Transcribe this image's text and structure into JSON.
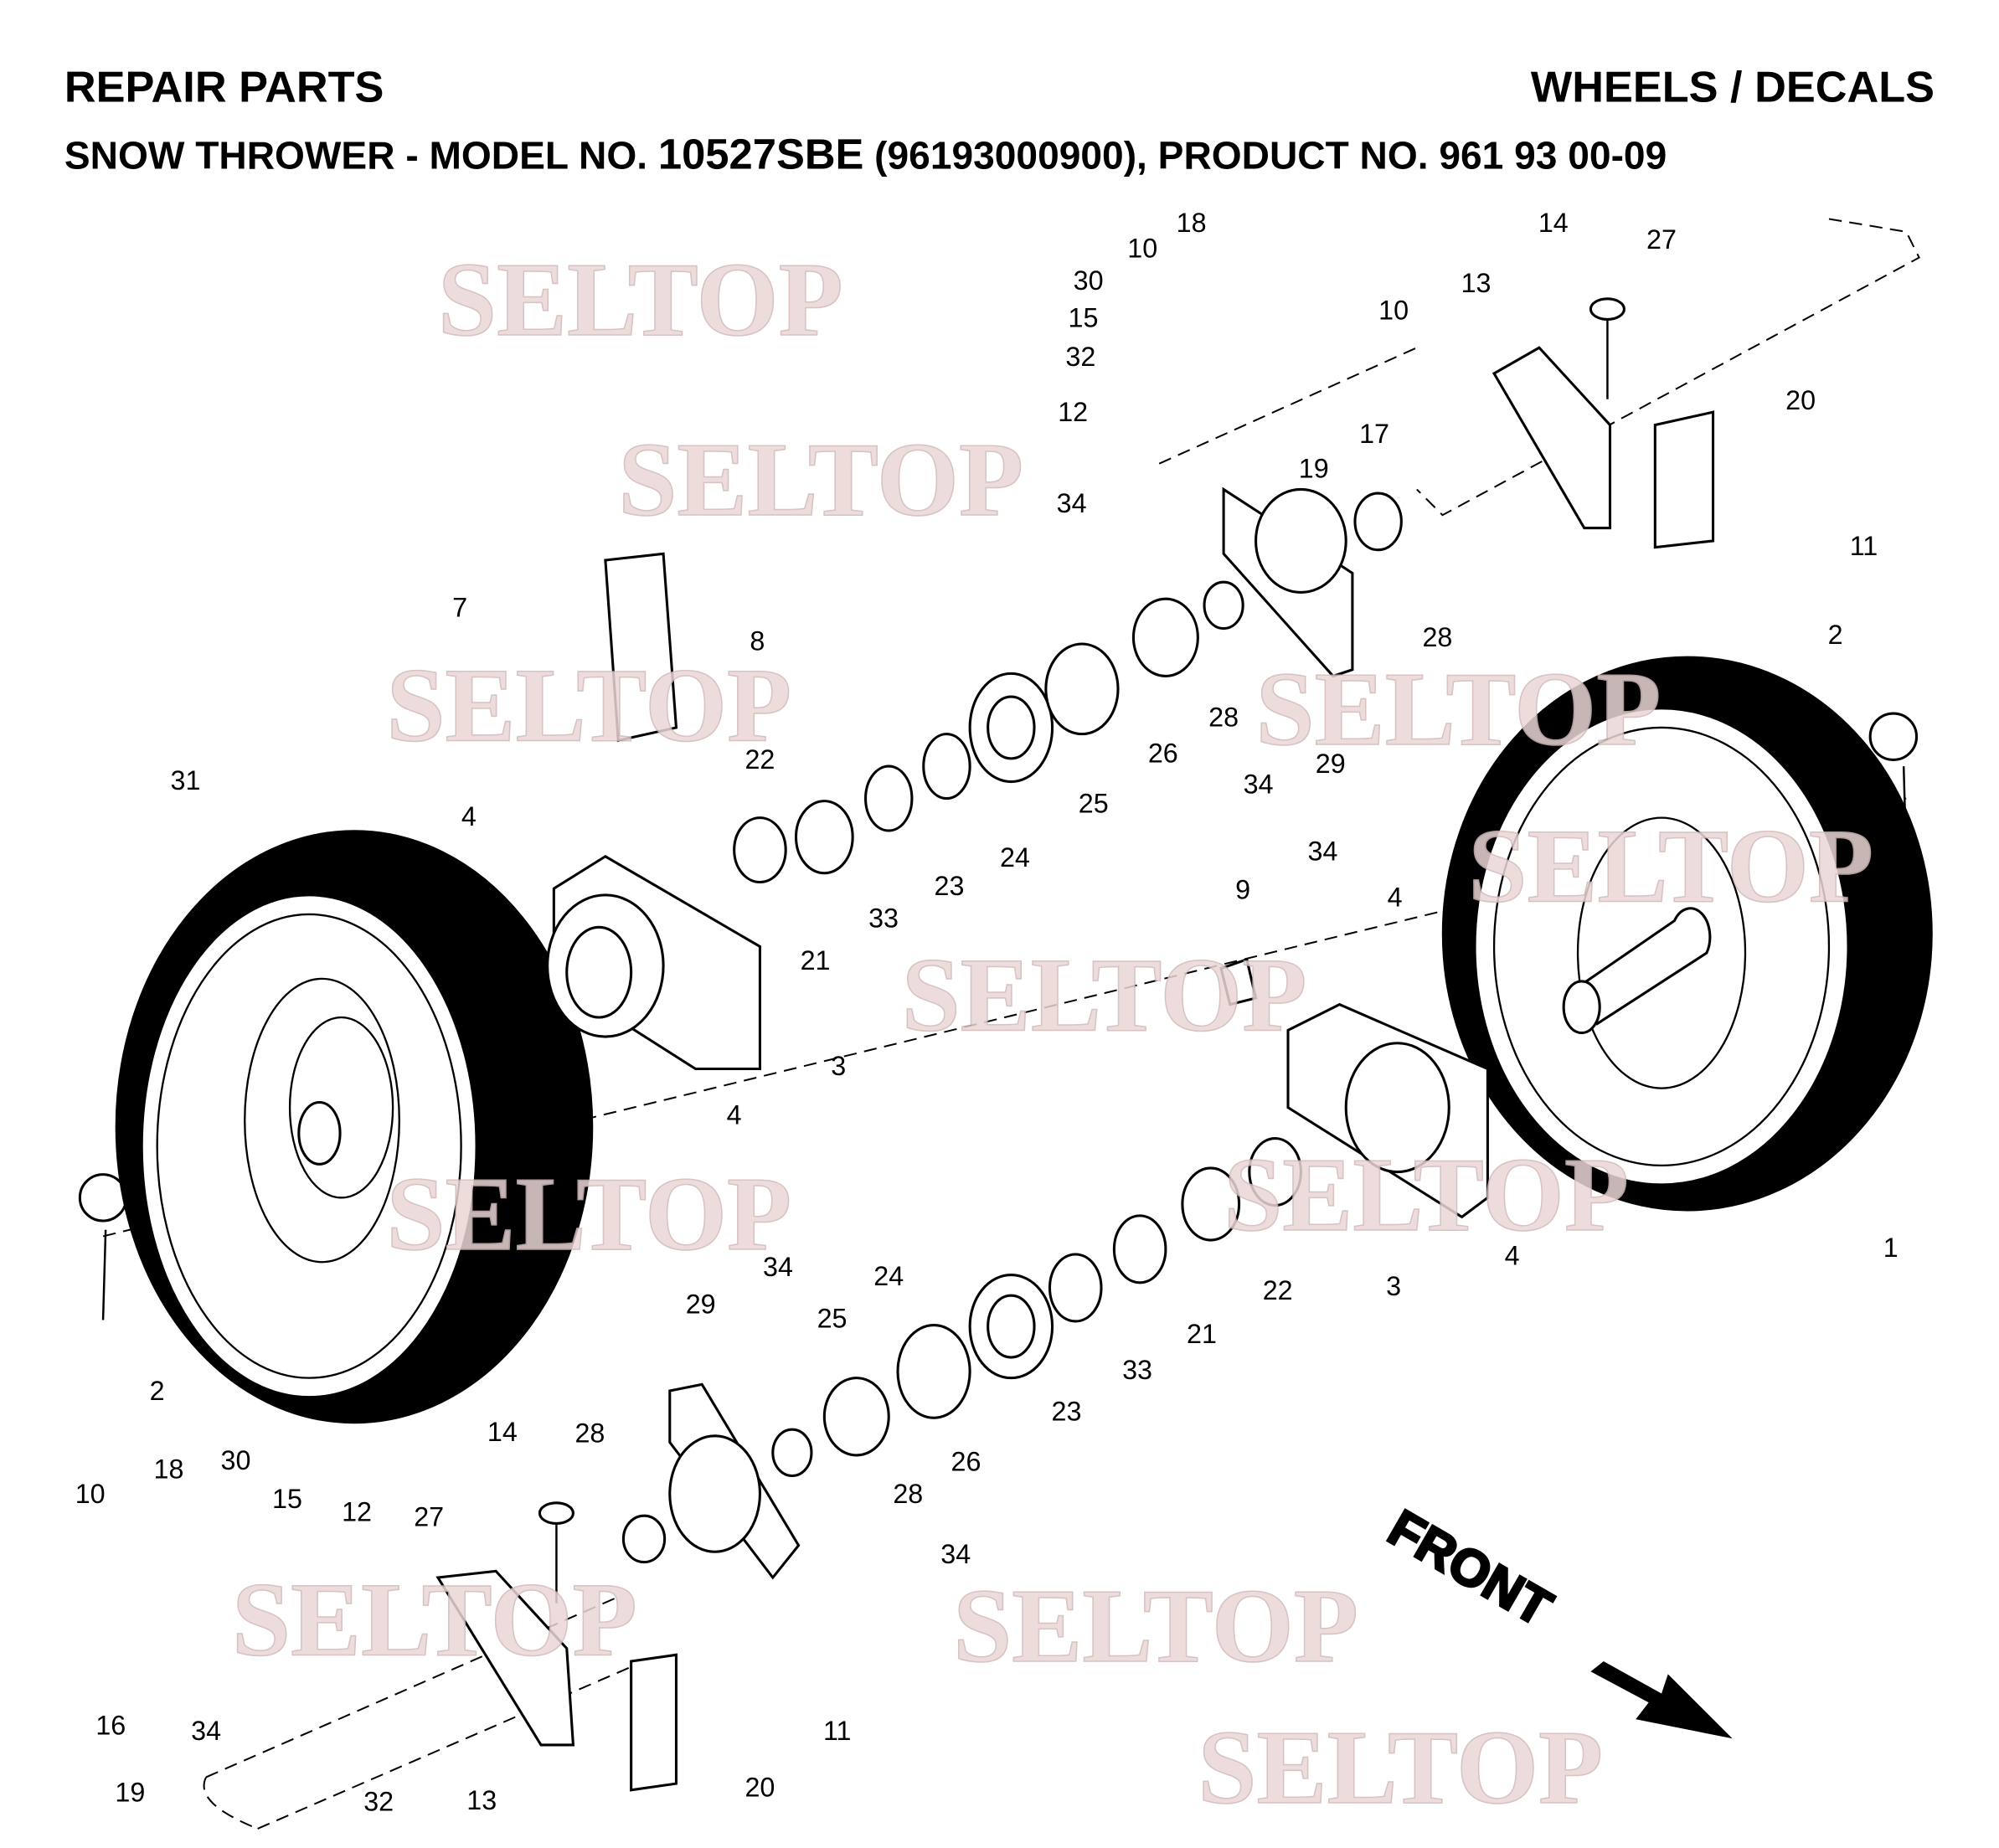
{
  "header": {
    "title_left": "REPAIR PARTS",
    "title_right": "WHEELS / DECALS",
    "subtitle_prefix": "SNOW THROWER - MODEL NO. ",
    "model_no": "10527SBE",
    "subtitle_suffix": " (96193000900), PRODUCT NO. 961 93 00-09"
  },
  "watermark": "SELTOP",
  "front_label": "FRONT",
  "callouts": [
    "18",
    "10",
    "30",
    "15",
    "32",
    "12",
    "10",
    "17",
    "19",
    "14",
    "27",
    "13",
    "20",
    "11",
    "34",
    "28",
    "2",
    "7",
    "8",
    "28",
    "26",
    "25",
    "24",
    "23",
    "33",
    "21",
    "22",
    "34",
    "29",
    "31",
    "4",
    "3",
    "4",
    "9",
    "34",
    "4",
    "1",
    "3",
    "4",
    "22",
    "21",
    "33",
    "23",
    "24",
    "25",
    "26",
    "28",
    "34",
    "29",
    "34",
    "2",
    "14",
    "28",
    "10",
    "18",
    "30",
    "15",
    "12",
    "27",
    "34",
    "16",
    "19",
    "32",
    "13",
    "20",
    "11"
  ]
}
